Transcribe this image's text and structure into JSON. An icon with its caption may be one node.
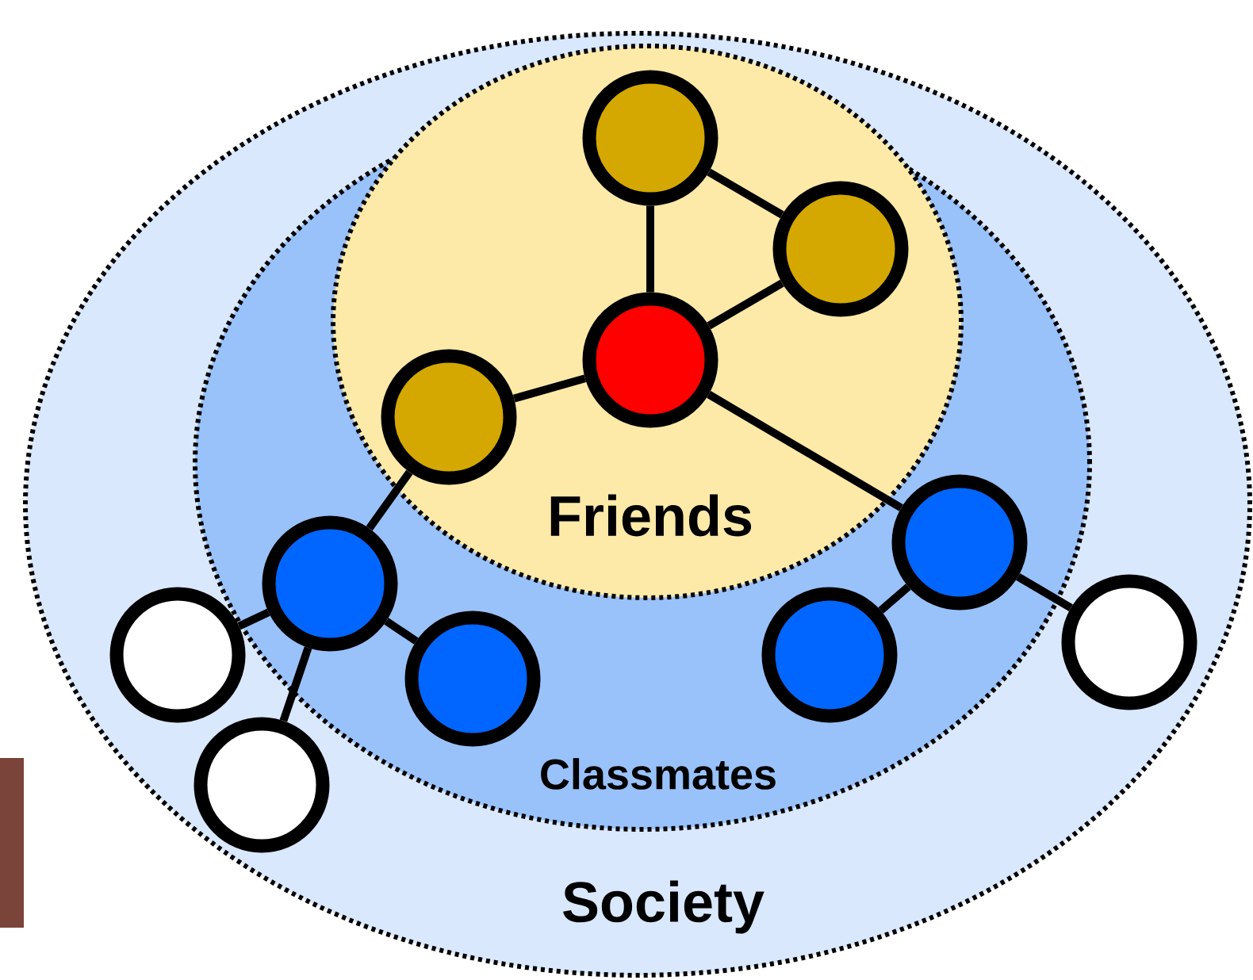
{
  "diagram": {
    "nodes": [
      {
        "text": [
          "Society"
        ]
      },
      {
        "text": [
          "Classmates"
        ],
        "in": 0
      },
      {
        "text": [
          "Friends"
        ],
        "in": 1
      },
      {
        "text": [],
        "shape": "circle",
        "in": 2
      },
      {
        "text": [],
        "shape": "circle",
        "in": 2
      },
      {
        "text": [],
        "shape": "circle",
        "in": 2
      },
      {
        "text": [],
        "shape": "circle",
        "in": 2
      },
      {
        "text": [],
        "shape": "circle",
        "in": 1
      },
      {
        "text": [],
        "shape": "circle",
        "in": 0
      },
      {
        "text": [],
        "shape": "circle",
        "in": 0
      },
      {
        "text": [],
        "shape": "circle",
        "in": 1
      },
      {
        "text": [],
        "shape": "circle",
        "in": 1
      },
      {
        "text": [],
        "shape": "circle",
        "in": 1
      },
      {
        "text": [],
        "shape": "circle",
        "in": 0
      }
    ],
    "edges": [
      {
        "from": 3,
        "to": 4,
        "arrow": "none"
      },
      {
        "from": 3,
        "to": 5,
        "arrow": "none"
      },
      {
        "from": 4,
        "to": 5,
        "arrow": "none"
      },
      {
        "from": 6,
        "to": 5,
        "arrow": "none"
      },
      {
        "from": 5,
        "to": 11,
        "arrow": "none"
      },
      {
        "from": 6,
        "to": 7,
        "arrow": "none"
      },
      {
        "from": 7,
        "to": 8,
        "arrow": "none"
      },
      {
        "from": 7,
        "to": 9,
        "arrow": "none"
      },
      {
        "from": 7,
        "to": 10,
        "arrow": "none"
      },
      {
        "from": 11,
        "to": 12,
        "arrow": "none"
      },
      {
        "from": 11,
        "to": 13,
        "arrow": "none"
      }
    ]
  }
}
